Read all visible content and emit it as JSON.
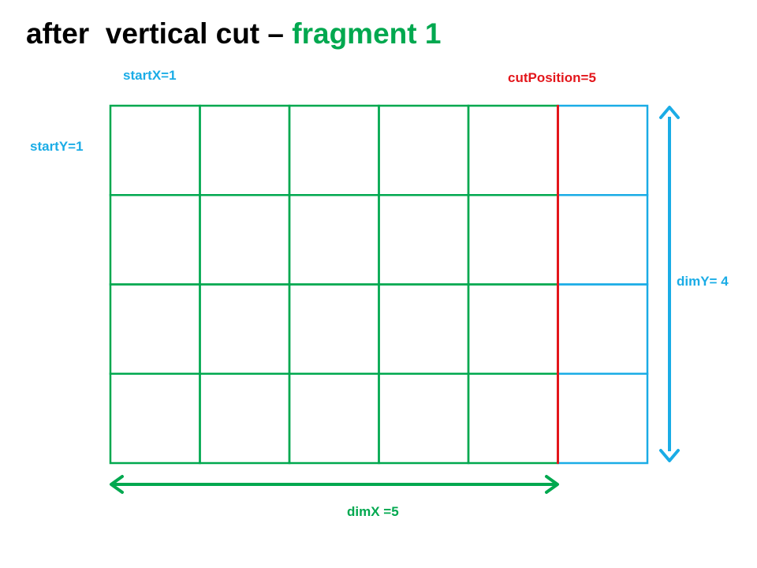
{
  "title": {
    "prefix": "after  vertical cut – ",
    "highlight": "fragment 1"
  },
  "labels": {
    "start_x": "startX=1",
    "start_y": "startY=1",
    "cut_position": "cutPosition=5",
    "dim_y": "dimY= 4",
    "dim_x": "dimX =5"
  },
  "grid": {
    "columns": 6,
    "rows": 4,
    "fragment_columns": 5,
    "cut_after_column": 5
  },
  "colors": {
    "fragment": "#00a84f",
    "remainder": "#1aace6",
    "cut_line": "#e3161b",
    "title": "#000000"
  }
}
